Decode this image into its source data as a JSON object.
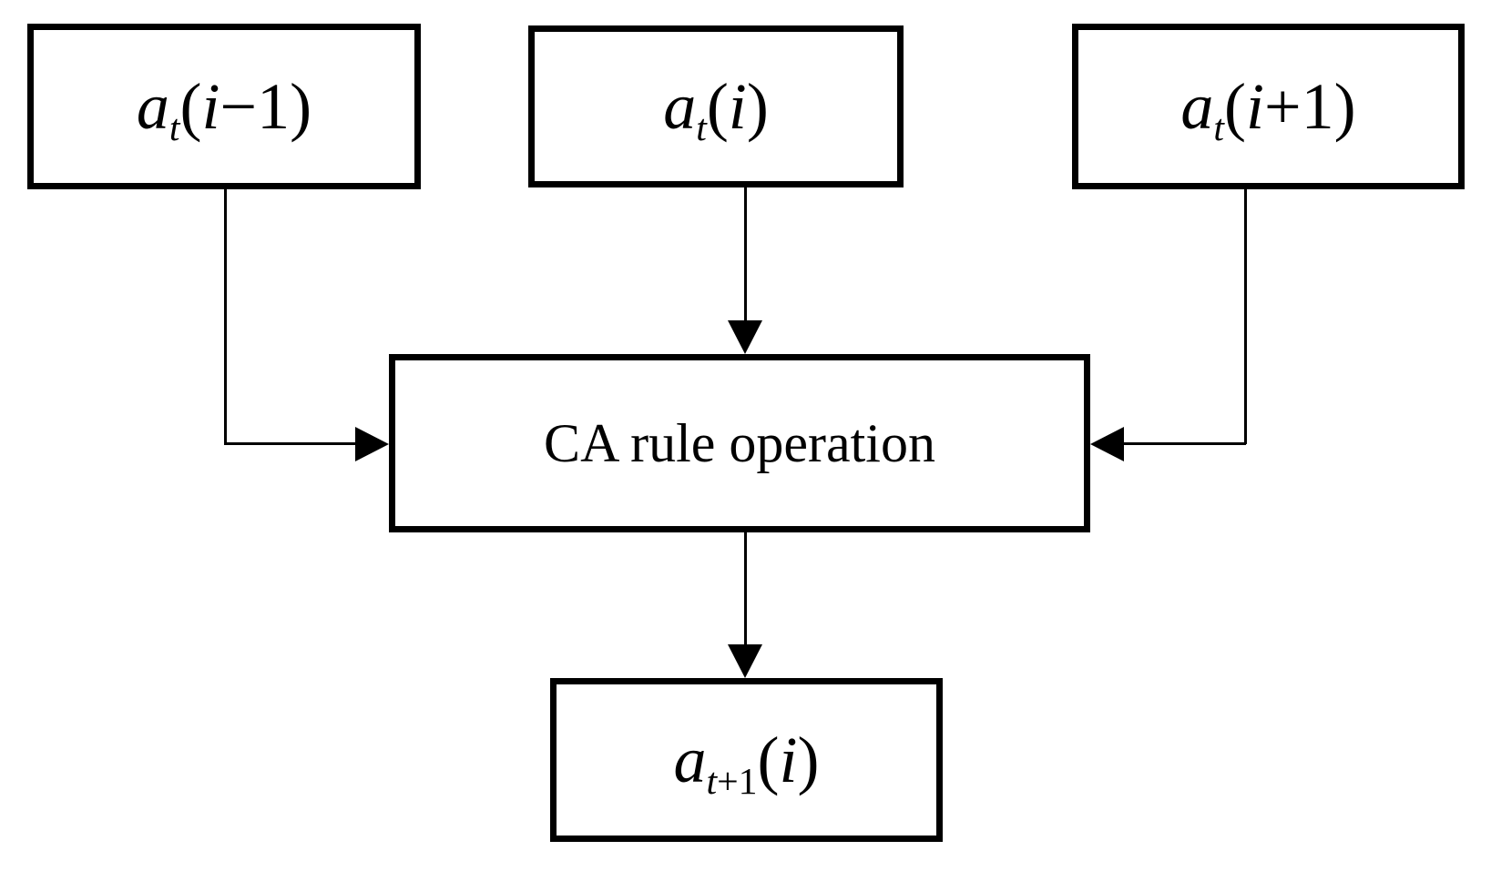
{
  "diagram": {
    "title": "Cellular automaton state update block diagram",
    "background_color": "#ffffff",
    "stroke_color": "#000000",
    "nodes": {
      "top_left": {
        "id": "a_t(i-1)",
        "base": "a",
        "subscript": "t",
        "open_paren": "(",
        "argument": "i",
        "operator": "−",
        "operand": "1",
        "close_paren": ")"
      },
      "top_center": {
        "id": "a_t(i)",
        "base": "a",
        "subscript": "t",
        "open_paren": "(",
        "argument": "i",
        "close_paren": ")"
      },
      "top_right": {
        "id": "a_t(i+1)",
        "base": "a",
        "subscript": "t",
        "open_paren": "(",
        "argument": "i",
        "operator": "+",
        "operand": "1",
        "close_paren": ")"
      },
      "process": {
        "label": "CA rule operation"
      },
      "output": {
        "id": "a_{t+1}(i)",
        "base": "a",
        "subscript_base": "t",
        "subscript_operator": "+",
        "subscript_operand": "1",
        "open_paren": "(",
        "argument": "i",
        "close_paren": ")"
      }
    },
    "edges": [
      {
        "from": "a_t(i-1)",
        "to": "CA rule operation",
        "arrow": "arrow-right-icon"
      },
      {
        "from": "a_t(i)",
        "to": "CA rule operation",
        "arrow": "arrow-down-icon"
      },
      {
        "from": "a_t(i+1)",
        "to": "CA rule operation",
        "arrow": "arrow-left-icon"
      },
      {
        "from": "CA rule operation",
        "to": "a_{t+1}(i)",
        "arrow": "arrow-down-icon"
      }
    ]
  }
}
